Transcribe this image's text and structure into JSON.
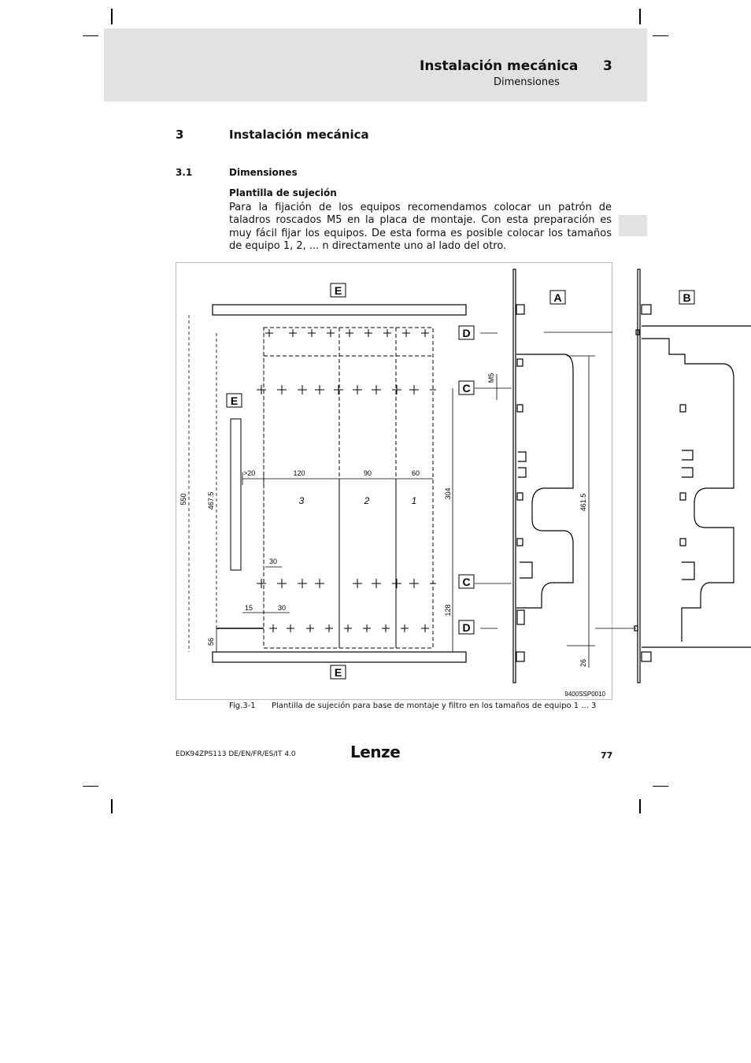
{
  "header": {
    "title": "Instalación mecánica",
    "chapter_number": "3",
    "subtitle": "Dimensiones"
  },
  "section": {
    "number": "3",
    "title": "Instalación mecánica"
  },
  "subsection": {
    "number": "3.1",
    "title": "Dimensiones"
  },
  "subheading": "Plantilla de sujeción",
  "paragraph": "Para la fijación de los equipos recomendamos colocar un patrón de taladros roscados M5 en la placa de montaje. Con esta preparación es muy fácil  fijar los equipos. De esta forma es posible colocar los tamaños de equipo 1, 2, ... n directamente uno al lado del otro.",
  "figure": {
    "labels": {
      "A": "A",
      "B": "B",
      "C": "C",
      "D": "D",
      "E": "E"
    },
    "dimensions": {
      "d550": "550",
      "d467_5": "467.5",
      "d20": ">20",
      "d120": "120",
      "d90": "90",
      "d60": "60",
      "d304": "304",
      "d30a": "30",
      "d15": "15",
      "d30b": "30",
      "d128": "128",
      "d56": "56",
      "dM5": "M5",
      "d461_5": "461.5",
      "d26": "26"
    },
    "sizes": {
      "s3": "3",
      "s2": "2",
      "s1": "1"
    },
    "code": "9400SSP0010"
  },
  "caption": {
    "label": "Fig.3-1",
    "text": "Plantilla de sujeción para base de montaje y filtro en los tamaños de equipo 1 ... 3"
  },
  "footer": {
    "doc": "EDK94ZPS113  DE/EN/FR/ES/IT  4.0",
    "logo": "Lenze",
    "page": "77"
  }
}
